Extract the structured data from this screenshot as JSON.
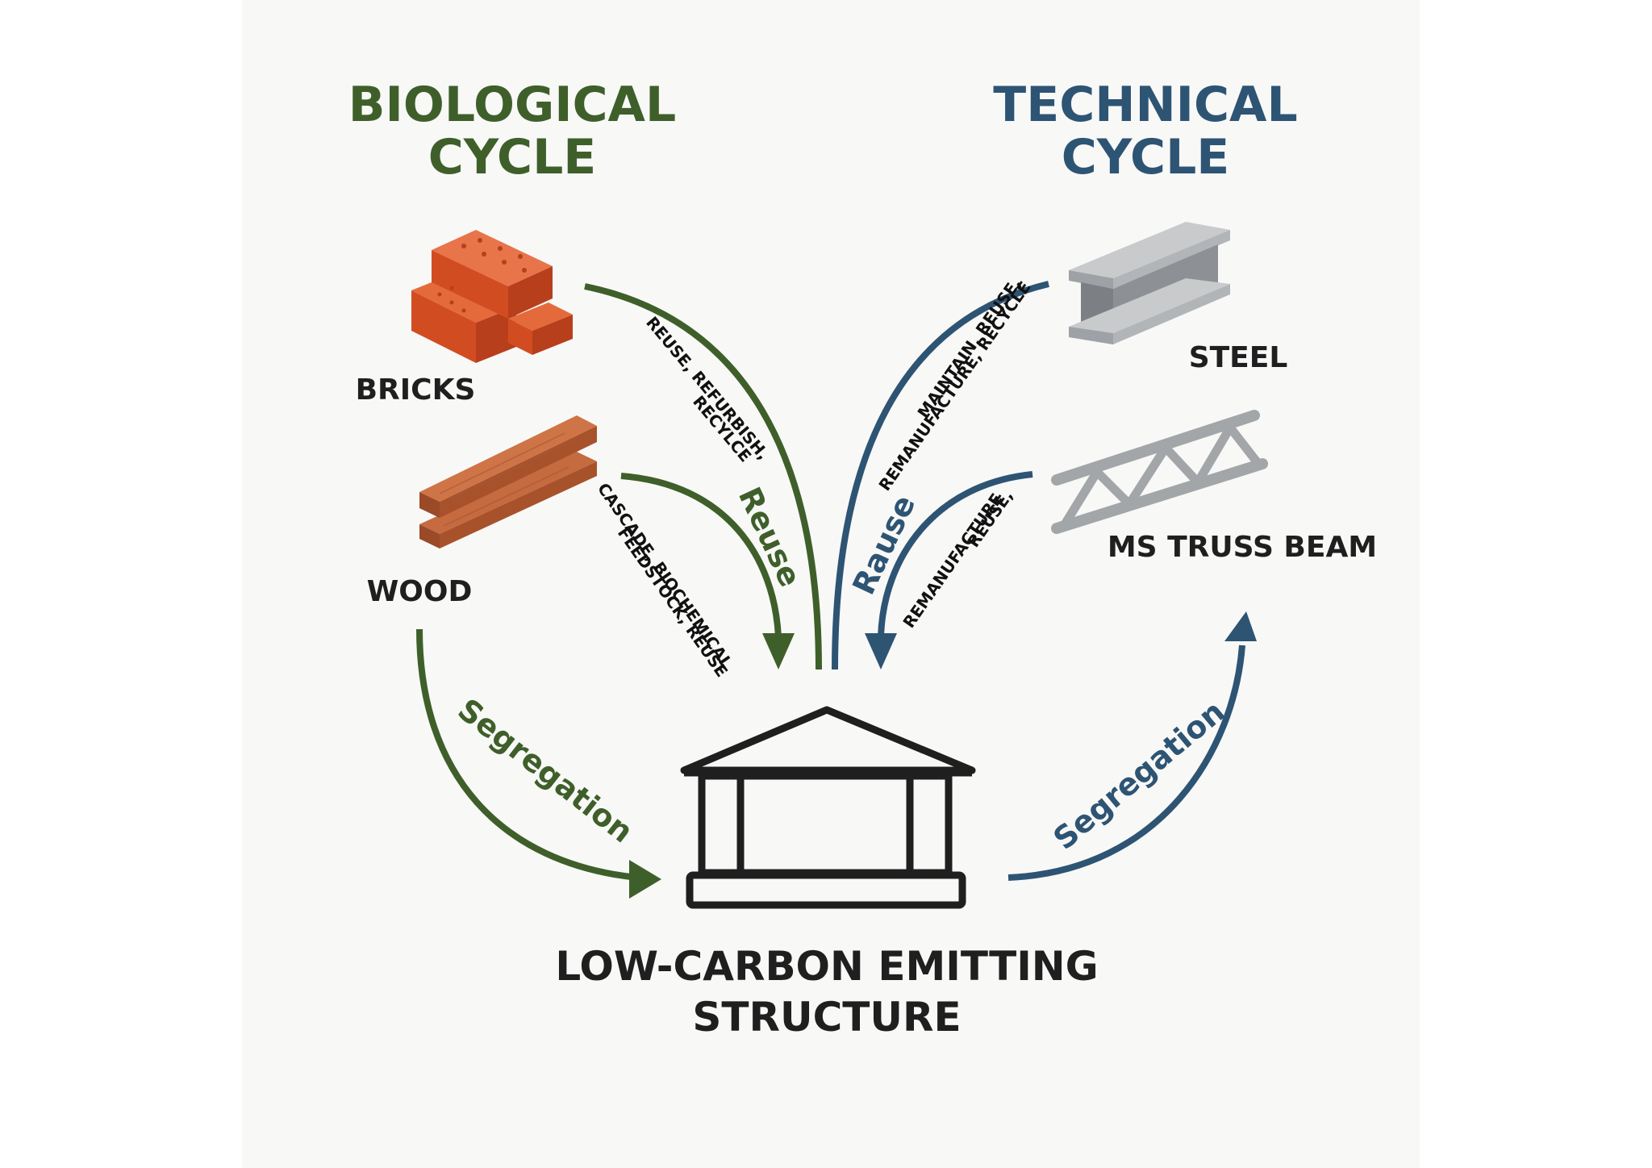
{
  "colors": {
    "biological": "#3f5f2a",
    "technical": "#2e5474",
    "brick": "#d9542b",
    "wood": "#b25a35",
    "steel": "#9da1a5",
    "ink": "#1f1f1f"
  },
  "biological": {
    "title_line1": "BIOLOGICAL",
    "title_line2": "CYCLE",
    "bricks_label": "BRICKS",
    "wood_label": "WOOD",
    "bricks_path_line1": "REUSE, REFURBISH,",
    "bricks_path_line2": "RECYLCE",
    "wood_path_line1": "CASCADE, BIOCHEMICAL",
    "wood_path_line2": "FEEDSTOCK, REUSE",
    "reuse_word": "Reuse",
    "segregation_word": "Segregation"
  },
  "technical": {
    "title_line1": "TECHNICAL",
    "title_line2": "CYCLE",
    "steel_label": "STEEL",
    "truss_label": "MS TRUSS BEAM",
    "steel_path_line1": "MAINTAIN, REUSE,",
    "steel_path_line2": "REMANUFACTURE, RECYCLE",
    "truss_path_line1": "REUSE,",
    "truss_path_line2": "REMANUFACTURE",
    "reuse_word": "Rause",
    "segregation_word": "Segregation"
  },
  "center": {
    "label_line1": "LOW-CARBON EMITTING",
    "label_line2": "STRUCTURE"
  },
  "icons": [
    "bricks-icon",
    "wood-planks-icon",
    "steel-i-beam-icon",
    "truss-beam-icon",
    "building-icon"
  ]
}
